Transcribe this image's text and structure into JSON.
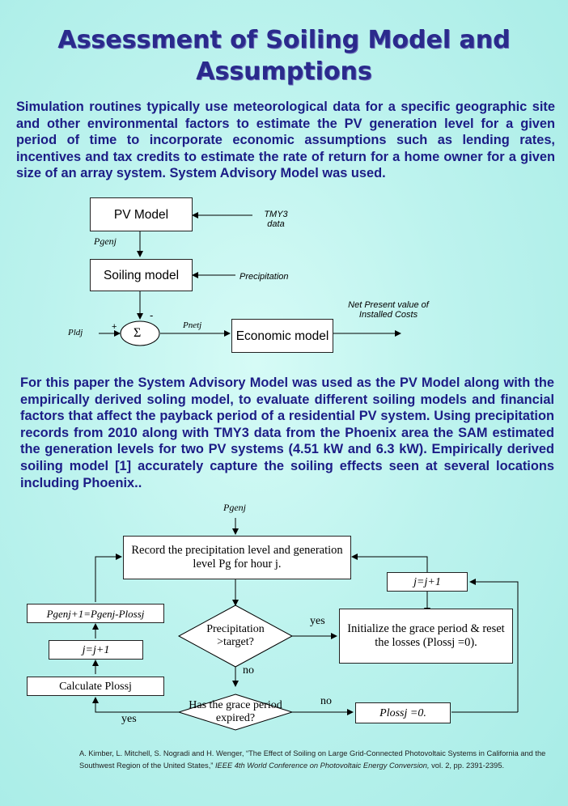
{
  "title": {
    "line1": "Assessment of Soiling Model and",
    "line2": "Assumptions"
  },
  "intro": "Simulation routines typically use meteorological data for a specific geographic site and other environmental factors to estimate the PV generation level for a given period of time  to incorporate economic assumptions such as lending rates, incentives and tax credits to estimate the rate of return for a home owner for a given size of an array system. System Advisory Model was used.",
  "block_diagram": {
    "pv_model": "PV Model",
    "tmy3": "TMY3 data",
    "pgen": "Pgenj",
    "soiling": "Soiling model",
    "precipitation": "Precipitation",
    "minus": "-",
    "plus": "+",
    "sum": "Σ",
    "pldj": "Pldj",
    "pnet": "Pnetj",
    "economic": "Economic model",
    "npv": "Net Present value of Installed Costs"
  },
  "body": "For this paper the System Advisory Model was used as the PV Model along with the empirically derived soling model, to evaluate different soiling models and financial factors that affect the payback period of a residential PV system. Using precipitation records from 2010  along with TMY3 data from the Phoenix area the SAM estimated the generation levels for two PV systems (4.51 kW and 6.3 kW). Empirically derived soiling model [1] accurately capture  the soiling effects seen at several locations including Phoenix..",
  "flowchart": {
    "input": "Pgenj",
    "record": "Record the precipitation level and generation level Pg for hour j.",
    "pgen_update": "Pgenj+1=Pgenj-Plossj",
    "j_increment_left": "j=j+1",
    "calculate": "Calculate Plossj",
    "decision1": "Precipitation >target?",
    "yes1": "yes",
    "no1": "no",
    "initialize": "Initialize the grace period & reset the losses (Plossj =0).",
    "j_increment_right": "j=j+1",
    "decision2": "Has the grace period expired?",
    "yes2": "yes",
    "no2": "no",
    "ploss_zero": "Plossj =0."
  },
  "citation": {
    "authors": "A. Kimber, L. Mitchell, S. Nogradi and H. Wenger, “The Effect of Soiling on Large Grid-Connected Photovoltaic Systems in California and the Southwest Region of the United States,”",
    "journal": "IEEE 4th World Conference on Photovoltaic Energy Conversion,",
    "details": "vol. 2, pp. 2391-2395."
  }
}
